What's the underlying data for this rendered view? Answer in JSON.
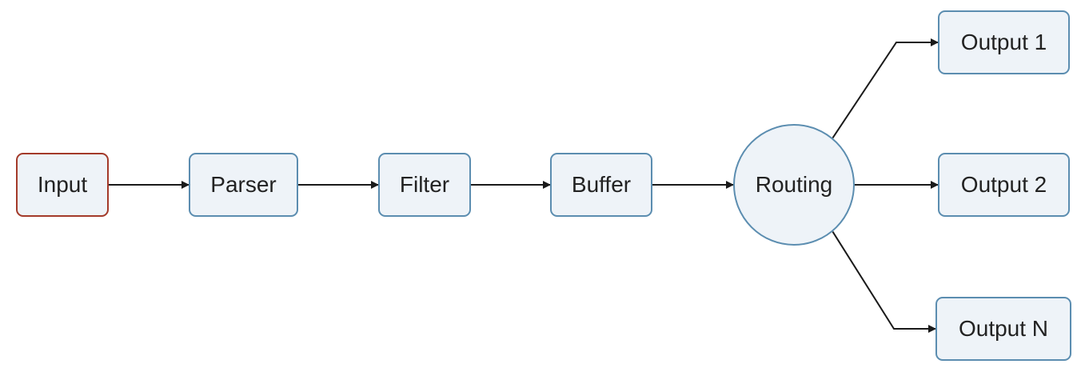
{
  "diagram": {
    "nodes": {
      "input": "Input",
      "parser": "Parser",
      "filter": "Filter",
      "buffer": "Buffer",
      "routing": "Routing",
      "output1": "Output 1",
      "output2": "Output 2",
      "outputN": "Output N"
    },
    "edges": [
      {
        "from": "input",
        "to": "parser"
      },
      {
        "from": "parser",
        "to": "filter"
      },
      {
        "from": "filter",
        "to": "buffer"
      },
      {
        "from": "buffer",
        "to": "routing"
      },
      {
        "from": "routing",
        "to": "output1"
      },
      {
        "from": "routing",
        "to": "output2"
      },
      {
        "from": "routing",
        "to": "outputN"
      }
    ],
    "colors": {
      "node_fill": "#eef3f8",
      "node_border": "#5b8db0",
      "start_border": "#a33a2a",
      "edge": "#1a1a1a",
      "text": "#222222"
    }
  }
}
